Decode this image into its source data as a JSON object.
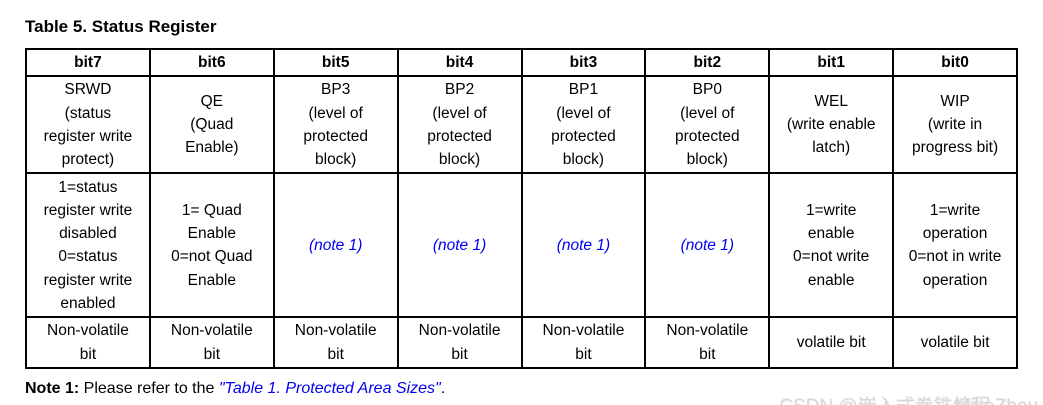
{
  "title": "Table 5. Status Register",
  "colors": {
    "note_blue": "#0000f0",
    "watermark_gray": "#d7d7d7",
    "border_black": "#000000"
  },
  "table": {
    "headers": [
      "bit7",
      "bit6",
      "bit5",
      "bit4",
      "bit3",
      "bit2",
      "bit1",
      "bit0"
    ],
    "bit_names": [
      "SRWD\n(status\nregister write\nprotect)",
      "QE\n(Quad\nEnable)",
      "BP3\n(level of\nprotected\nblock)",
      "BP2\n(level of\nprotected\nblock)",
      "BP1\n(level of\nprotected\nblock)",
      "BP0\n(level of\nprotected\nblock)",
      "WEL\n(write enable\nlatch)",
      "WIP\n(write in\nprogress bit)"
    ],
    "bit_values": [
      "1=status\nregister write\ndisabled\n0=status\nregister write\nenabled",
      "1= Quad\nEnable\n0=not Quad\nEnable",
      "(note 1)",
      "(note 1)",
      "(note 1)",
      "(note 1)",
      "1=write\nenable\n0=not write\nenable",
      "1=write\noperation\n0=not in write\noperation"
    ],
    "volatility": [
      "Non-volatile\nbit",
      "Non-volatile\nbit",
      "Non-volatile\nbit",
      "Non-volatile\nbit",
      "Non-volatile\nbit",
      "Non-volatile\nbit",
      "volatile bit",
      "volatile bit"
    ]
  },
  "note": {
    "label": "Note 1:",
    "text": " Please refer to the ",
    "link": "\"Table 1. Protected Area Sizes\"",
    "suffix": "."
  },
  "watermark": {
    "part1": "CSDN @嵌入式拳铁编程",
    "part2": "MikeZhou"
  }
}
